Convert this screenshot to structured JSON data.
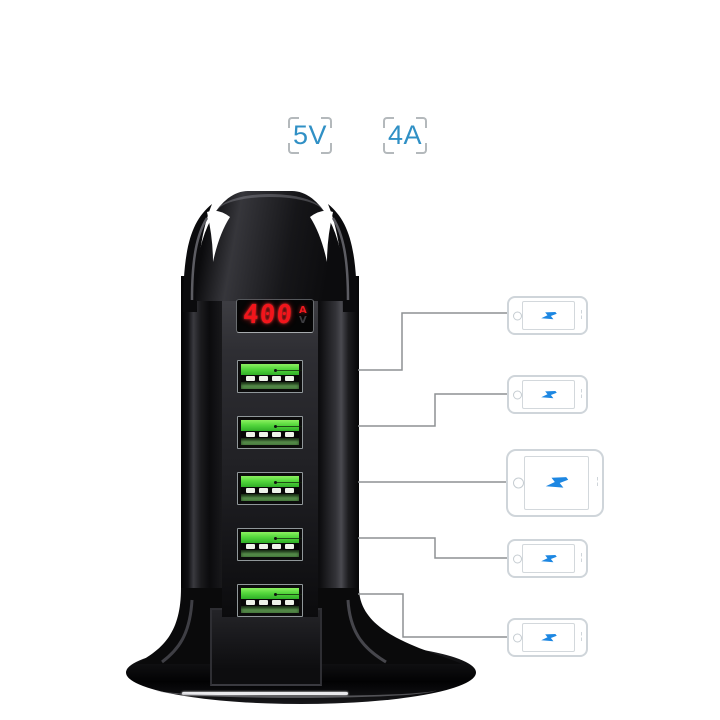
{
  "page": {
    "background": "#ffffff",
    "type": "product-diagram",
    "subject": "5-port USB charging station tower"
  },
  "spec_badges": [
    {
      "id": "voltage",
      "label": "5V"
    },
    {
      "id": "amperage",
      "label": "4A"
    }
  ],
  "charger": {
    "display": {
      "value": "400",
      "amp_label": "A",
      "volt_label": "V",
      "lit_unit": "A"
    },
    "ports": [
      {
        "id": "usb-port-1",
        "status": "active"
      },
      {
        "id": "usb-port-2",
        "status": "active"
      },
      {
        "id": "usb-port-3",
        "status": "active"
      },
      {
        "id": "usb-port-4",
        "status": "active"
      },
      {
        "id": "usb-port-5",
        "status": "active"
      }
    ]
  },
  "devices": [
    {
      "id": "device-1",
      "type": "phone",
      "icon": "charging-bolt-icon"
    },
    {
      "id": "device-2",
      "type": "phone",
      "icon": "charging-bolt-icon"
    },
    {
      "id": "device-3",
      "type": "tablet",
      "icon": "charging-bolt-icon"
    },
    {
      "id": "device-4",
      "type": "phone",
      "icon": "charging-bolt-icon"
    },
    {
      "id": "device-5",
      "type": "phone",
      "icon": "charging-bolt-icon"
    }
  ],
  "colors": {
    "badge_blue": "#3090c5",
    "bolt_blue": "#1d87e2",
    "usb_green": "#55d83d",
    "usb_green_recess": "#4a7d40",
    "display_red": "#f2151b",
    "connector_gray": "#8e9193",
    "device_outline": "#cfd5da",
    "tower_black": "#0b0b0d"
  }
}
